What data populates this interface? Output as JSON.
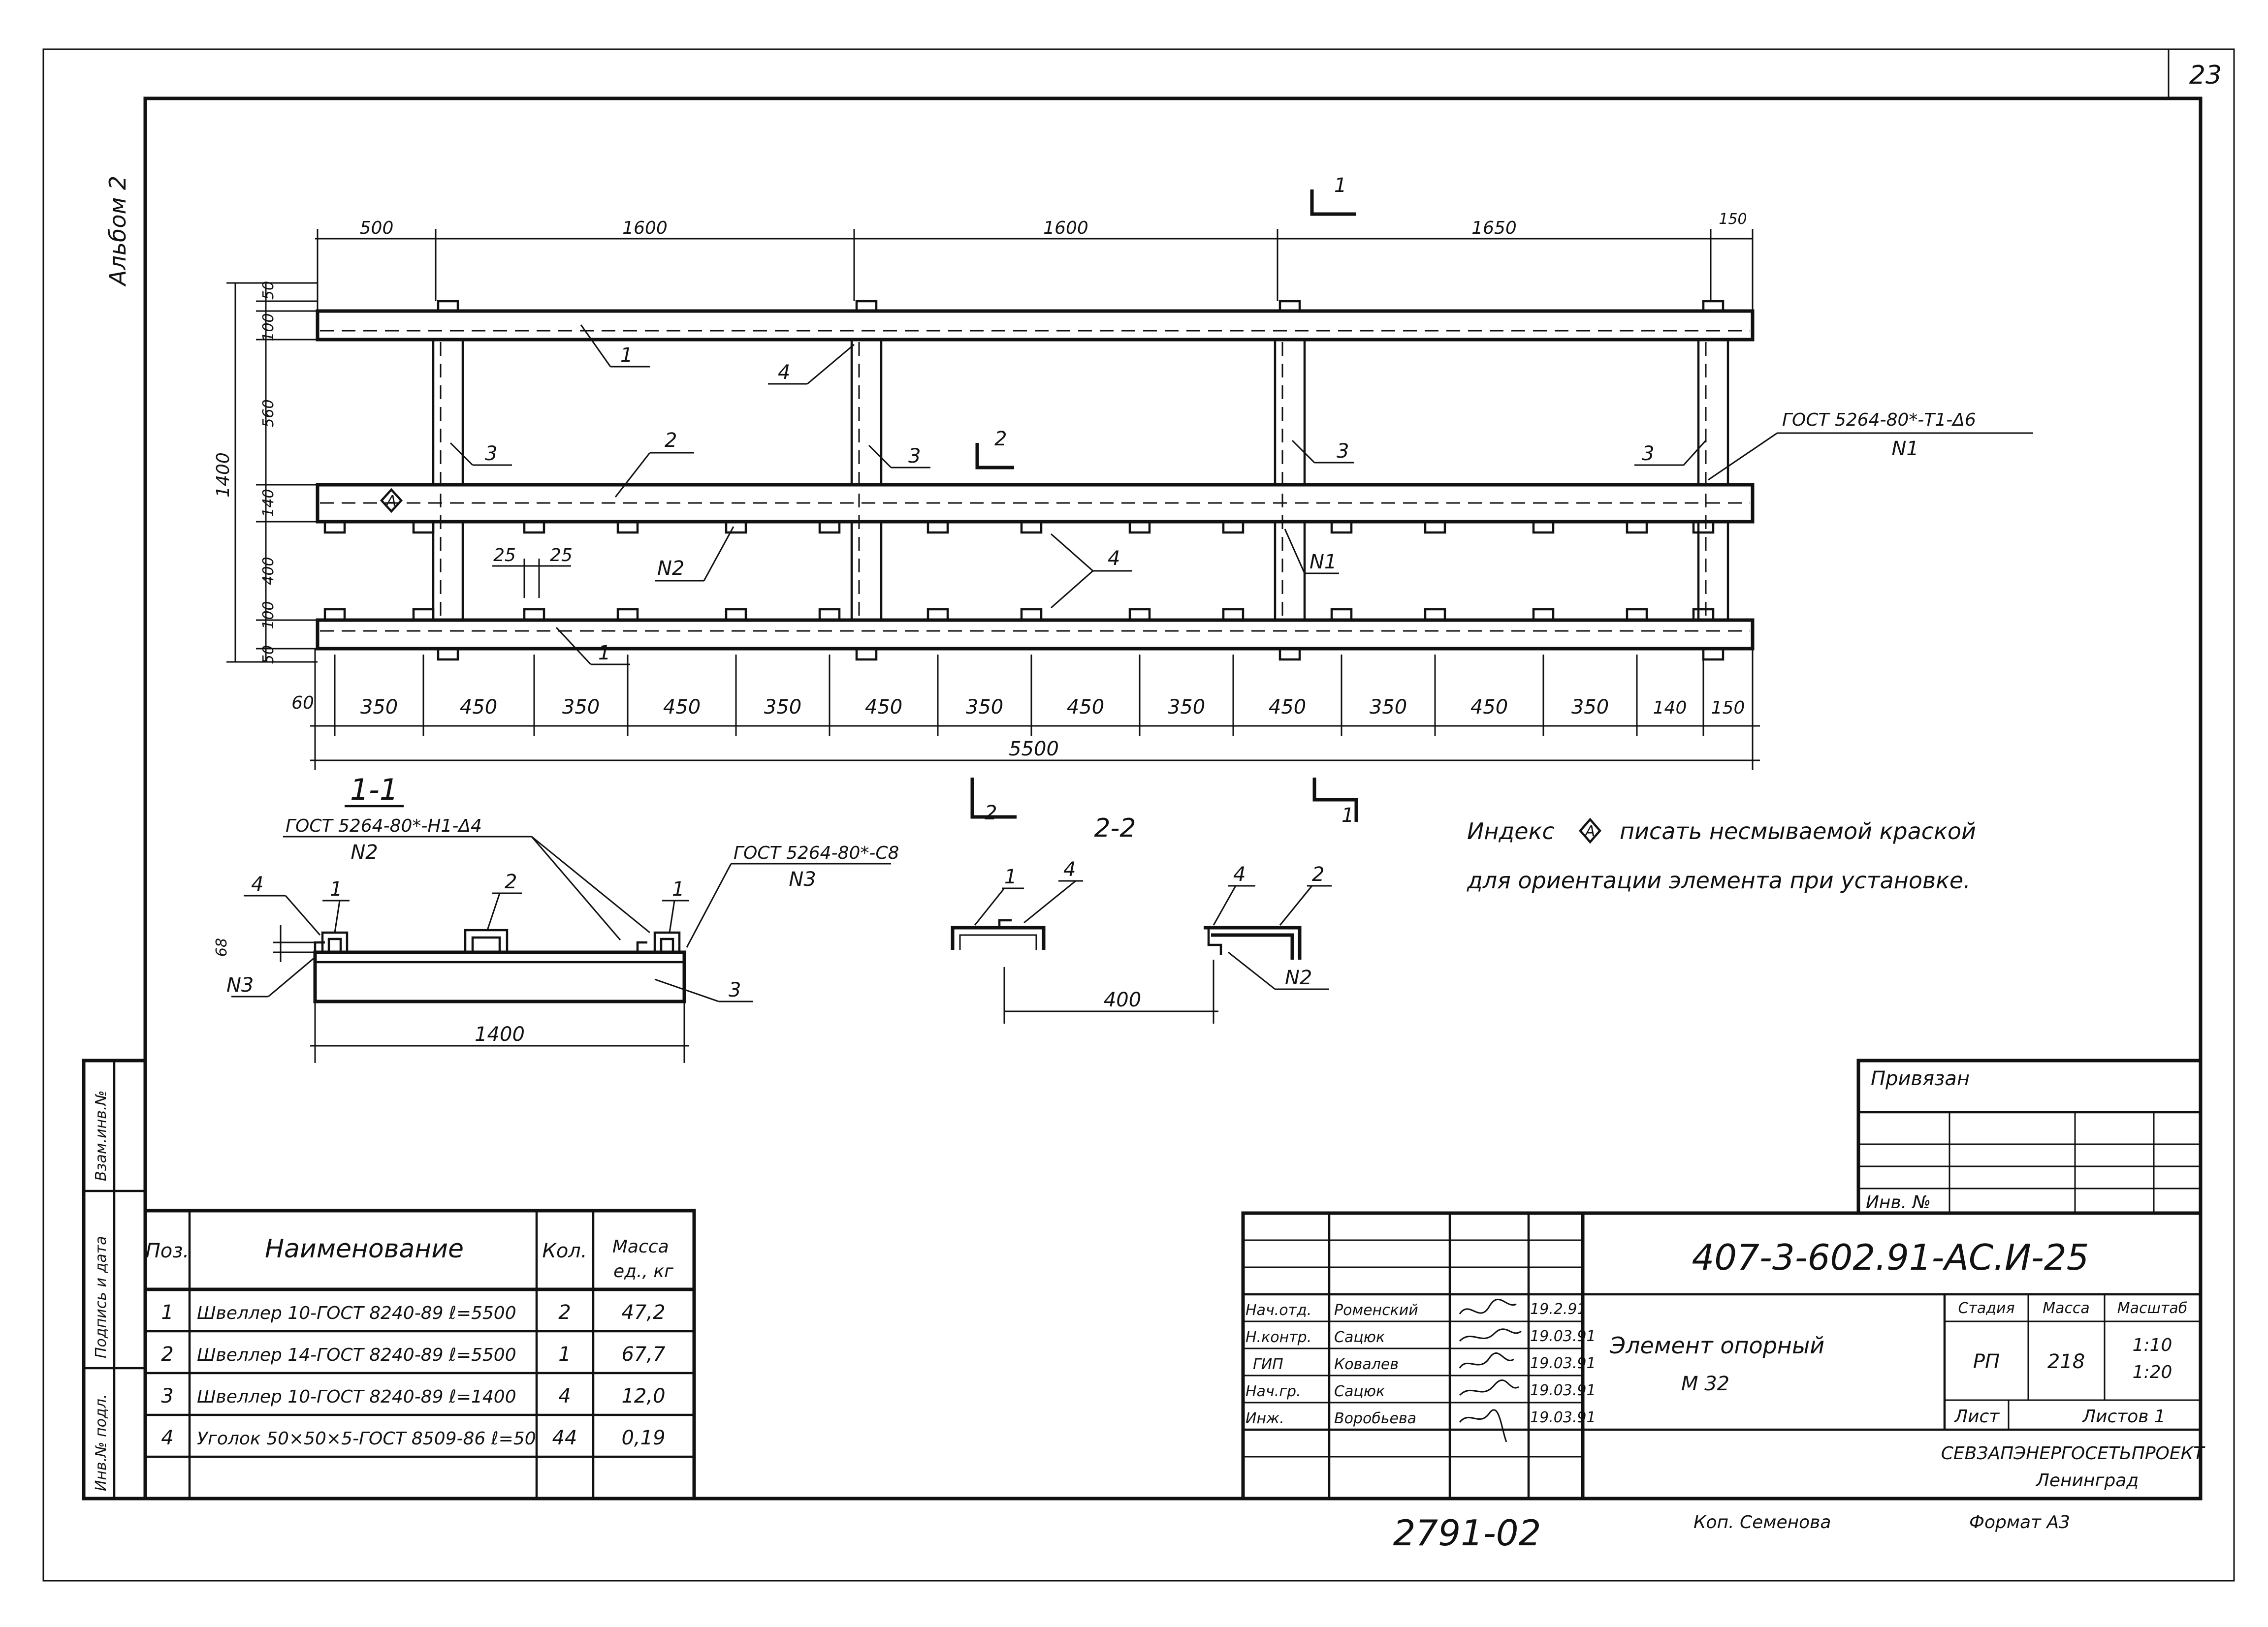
{
  "sheet_number": "23",
  "album": "Альбом 2",
  "plan": {
    "top_dims": [
      "500",
      "1600",
      "1600",
      "1650",
      "150"
    ],
    "left_dims": [
      "50",
      "100",
      "560",
      "140",
      "400",
      "100",
      "50"
    ],
    "overall_height": "1400",
    "bottom_dims": [
      "60",
      "350",
      "450",
      "350",
      "450",
      "350",
      "450",
      "350",
      "450",
      "350",
      "450",
      "350",
      "450",
      "350",
      "140",
      "150"
    ],
    "overall_length": "5500",
    "gap_dims": [
      "25",
      "25"
    ],
    "weld_note": "ГОСТ 5264-80*-Т1-Δ6",
    "weld_note_ref": "N1",
    "labels": {
      "p1": "1",
      "p2": "2",
      "p3": "3",
      "p4": "4",
      "n1": "N1",
      "n2": "N2"
    }
  },
  "section_marks": {
    "s1": "1",
    "s2": "2"
  },
  "section_1_1": {
    "title": "1-1",
    "weld_left": "ГОСТ 5264-80*-Н1-Δ4",
    "weld_left_ref": "N2",
    "weld_right": "ГОСТ 5264-80*-С8",
    "weld_right_ref": "N3",
    "n3": "N3",
    "dim_height": "68",
    "dim_width": "1400",
    "parts": [
      "4",
      "1",
      "2",
      "1",
      "3"
    ]
  },
  "section_2_2": {
    "title": "2-2",
    "dim_width": "400",
    "parts": [
      "1",
      "4",
      "4",
      "2"
    ],
    "n2": "N2"
  },
  "note": {
    "line1_a": "Индекс",
    "line1_b": "писать несмываемой краской",
    "line2": "для ориентации элемента при установке."
  },
  "spec": {
    "headers": {
      "pos": "Поз.",
      "name": "Наименование",
      "qty": "Кол.",
      "mass": "Масса ед., кг"
    },
    "rows": [
      {
        "pos": "1",
        "name": "Швеллер 10-ГОСТ 8240-89 ℓ=5500",
        "qty": "2",
        "mass": "47,2"
      },
      {
        "pos": "2",
        "name": "Швеллер 14-ГОСТ 8240-89 ℓ=5500",
        "qty": "1",
        "mass": "67,7"
      },
      {
        "pos": "3",
        "name": "Швеллер 10-ГОСТ 8240-89 ℓ=1400",
        "qty": "4",
        "mass": "12,0"
      },
      {
        "pos": "4",
        "name": "Уголок 50×50×5-ГОСТ 8509-86 ℓ=50",
        "qty": "44",
        "mass": "0,19"
      }
    ]
  },
  "side_stamp": [
    "Взам.инв.№",
    "Подпись и дата",
    "Инв.№ подл."
  ],
  "privyazan": {
    "title": "Привязан",
    "inv": "Инв. №"
  },
  "title_block": {
    "code": "407-3-602.91-АС.И-25",
    "roles": [
      "Нач.отд.",
      "Н.контр.",
      "ГИП",
      "Нач.гр.",
      "Инж."
    ],
    "names": [
      "Роменский",
      "Сацюк",
      "Ковалев",
      "Сацюк",
      "Воробьева"
    ],
    "dates": [
      "19.2.91",
      "19.03.91",
      "19.03.91",
      "19.03.91",
      "19.03.91"
    ],
    "element_name": "Элемент опорный",
    "element_mark": "М 32",
    "stage_label": "Стадия",
    "mass_label": "Масса",
    "scale_label": "Масштаб",
    "stage": "РП",
    "mass": "218",
    "scale1": "1:10",
    "scale2": "1:20",
    "sheet_label": "Лист",
    "sheets_label": "Листов 1",
    "org": "СЕВЗАПЭНЕРГОСЕТЬПРОЕКТ",
    "city": "Ленинград"
  },
  "footer": {
    "archive_no": "2791-02",
    "copied": "Коп. Семенова",
    "format": "Формат А3"
  }
}
